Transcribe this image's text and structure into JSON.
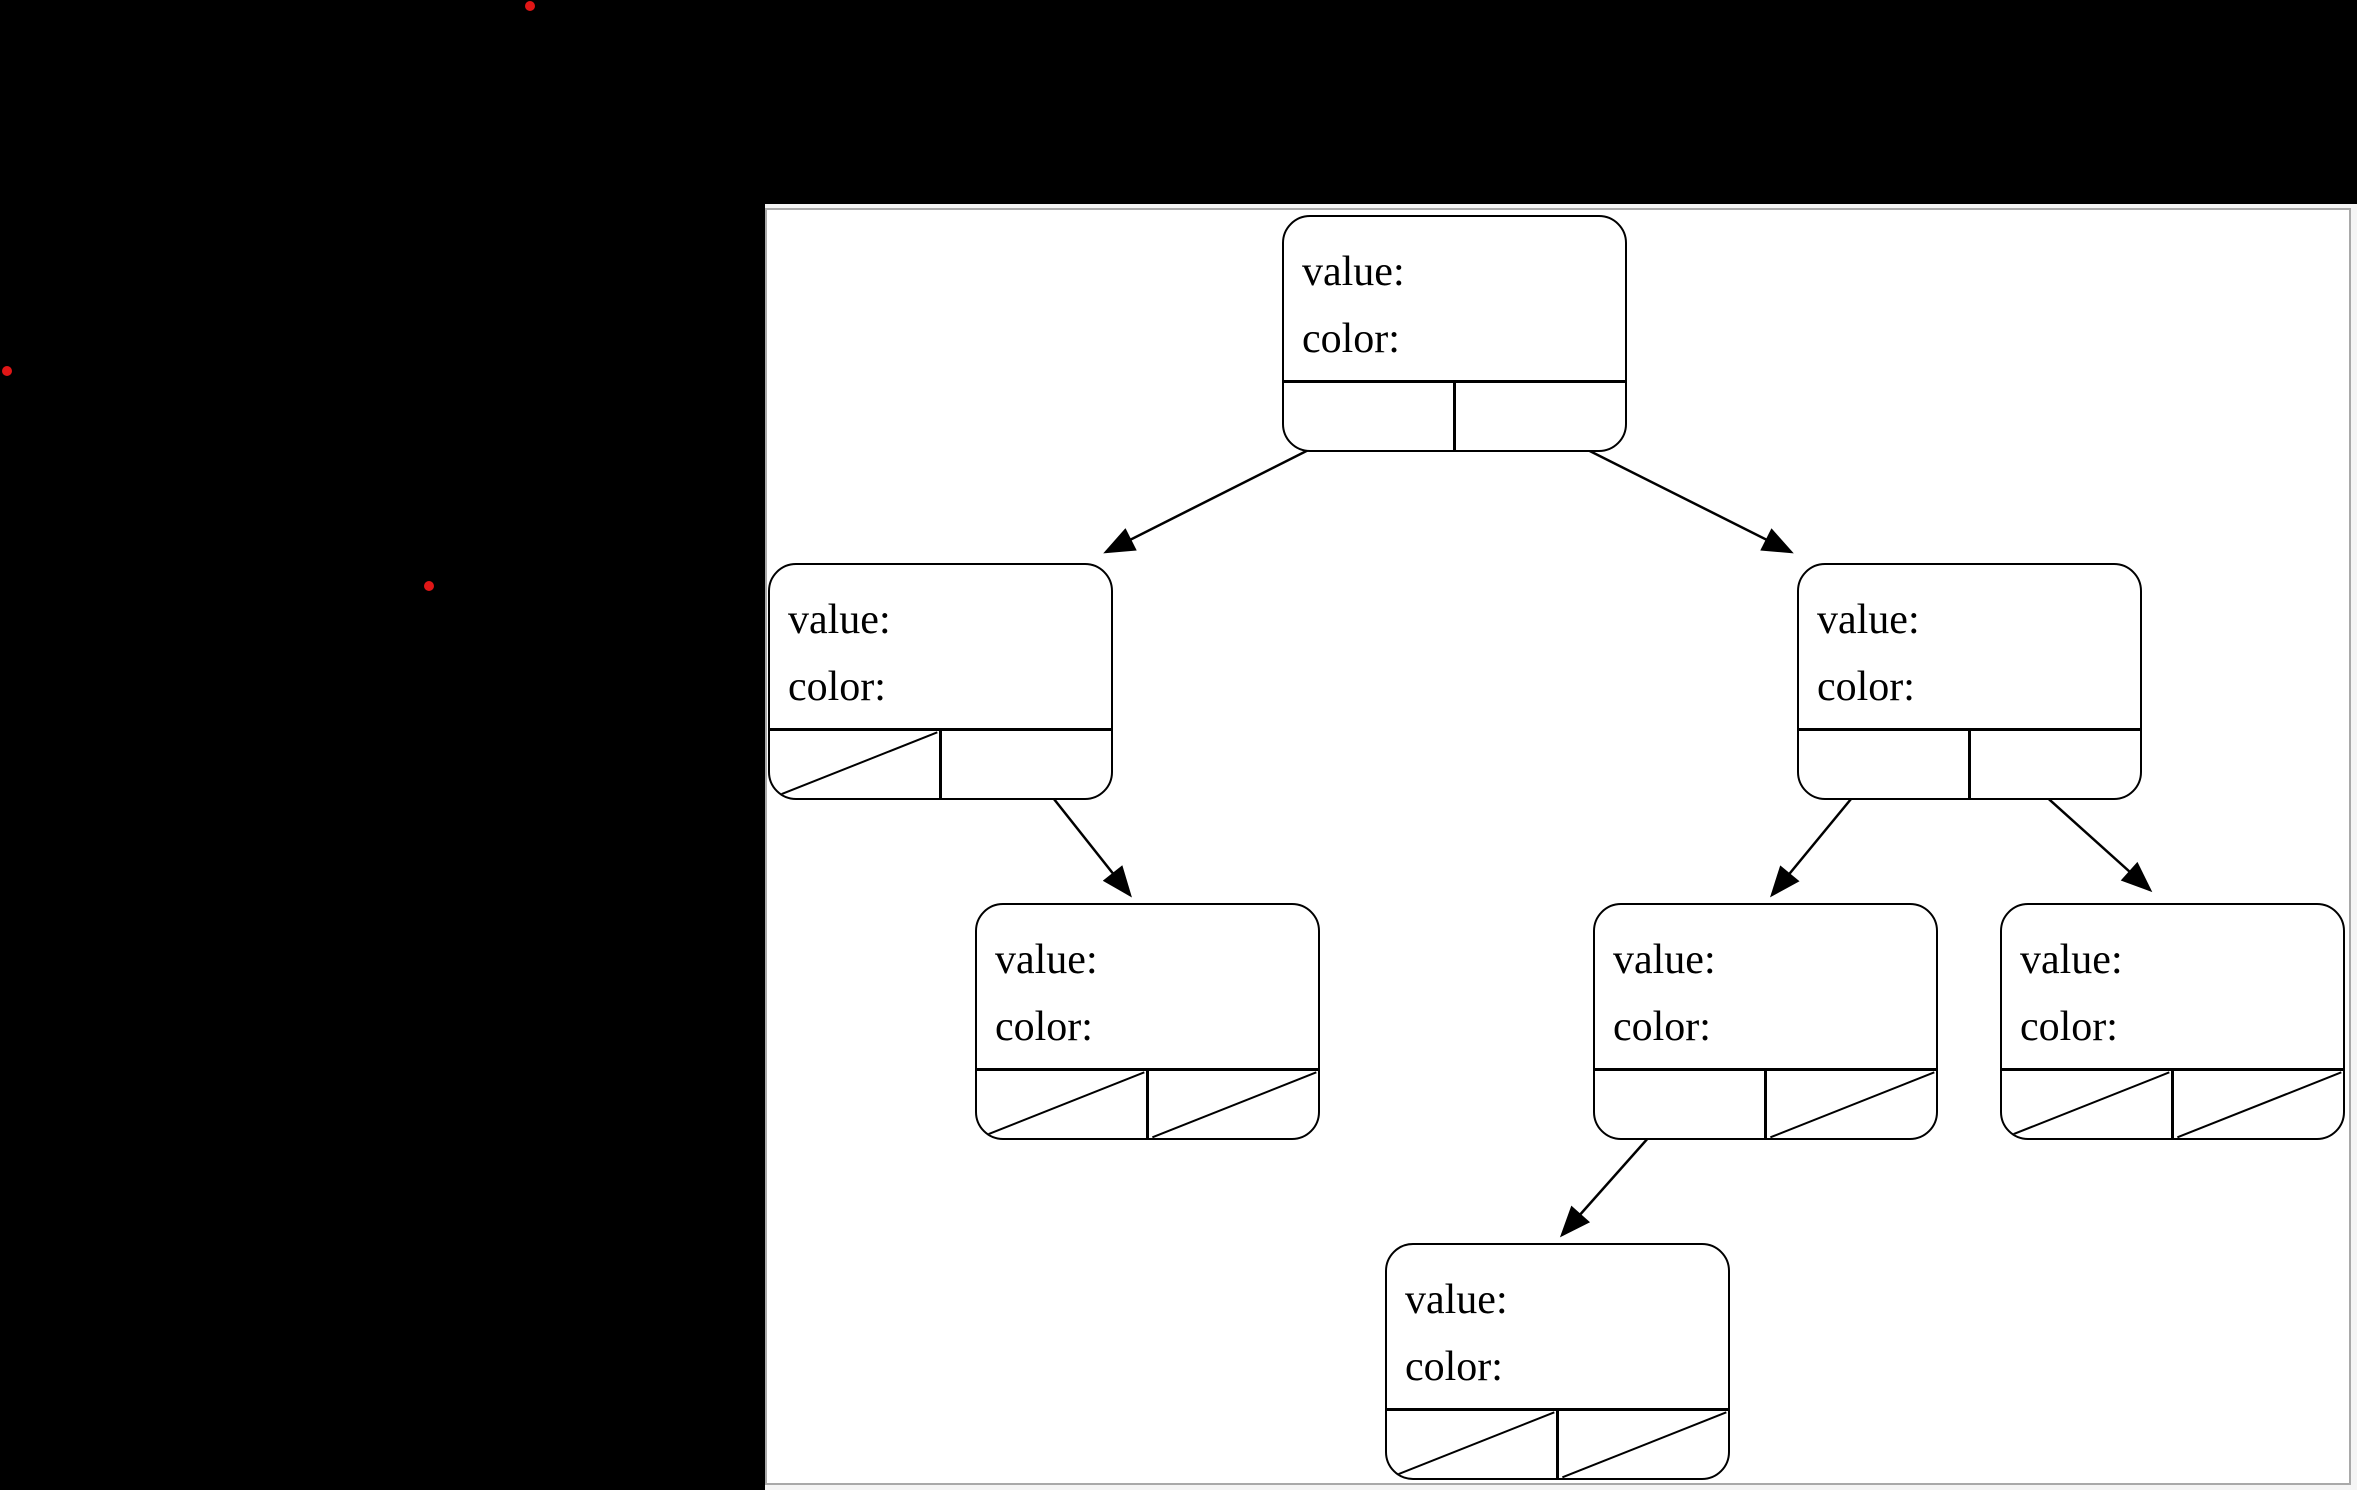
{
  "scene": {
    "description_labels": {
      "value_label": "value:",
      "color_label": "color:"
    }
  },
  "colors": {
    "background": "#000000",
    "panel_background": "#ffffff",
    "panel_frame": "#f5f5f5",
    "panel_border": "#a9a9a9",
    "node_border": "#000000",
    "arrow": "#000000",
    "marker_dot": "#e01616"
  },
  "nodes": [
    {
      "id": "root",
      "value_label": "value:",
      "color_label": "color:",
      "left_pointer": "child",
      "right_pointer": "child"
    },
    {
      "id": "left",
      "value_label": "value:",
      "color_label": "color:",
      "left_pointer": "null",
      "right_pointer": "child"
    },
    {
      "id": "right",
      "value_label": "value:",
      "color_label": "color:",
      "left_pointer": "child",
      "right_pointer": "child"
    },
    {
      "id": "left-right",
      "value_label": "value:",
      "color_label": "color:",
      "left_pointer": "null",
      "right_pointer": "null"
    },
    {
      "id": "right-left",
      "value_label": "value:",
      "color_label": "color:",
      "left_pointer": "child",
      "right_pointer": "null"
    },
    {
      "id": "right-right",
      "value_label": "value:",
      "color_label": "color:",
      "left_pointer": "null",
      "right_pointer": "null"
    },
    {
      "id": "right-left-left",
      "value_label": "value:",
      "color_label": "color:",
      "left_pointer": "null",
      "right_pointer": "null"
    }
  ],
  "edges": [
    {
      "from": "root",
      "cell": "left",
      "to": "left"
    },
    {
      "from": "root",
      "cell": "right",
      "to": "right"
    },
    {
      "from": "left",
      "cell": "right",
      "to": "left-right"
    },
    {
      "from": "right",
      "cell": "left",
      "to": "right-left"
    },
    {
      "from": "right",
      "cell": "right",
      "to": "right-right"
    },
    {
      "from": "right-left",
      "cell": "left",
      "to": "right-left-left"
    }
  ]
}
